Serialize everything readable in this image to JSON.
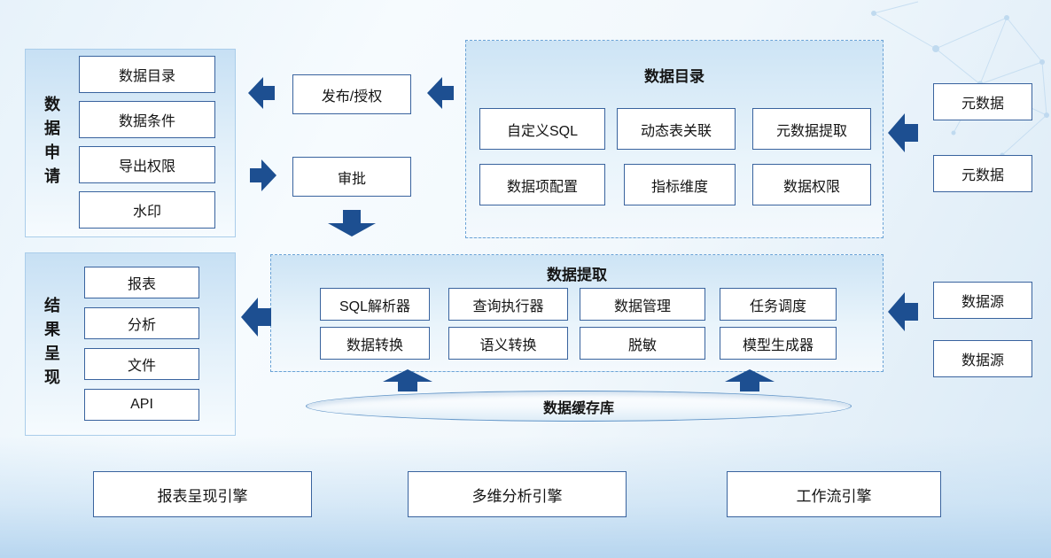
{
  "colors": {
    "arrow": "#1d4f91",
    "box_border": "#39639e",
    "panel_border_dashed": "#6ba3d6",
    "panel_fill_top": "#c7e0f4",
    "background": "#e7f2fa"
  },
  "panels": {
    "data_application": {
      "title": "数据申请",
      "items": [
        "数据目录",
        "数据条件",
        "导出权限",
        "水印"
      ]
    },
    "data_catalog": {
      "title": "数据目录",
      "row1": [
        "自定义SQL",
        "动态表关联",
        "元数据提取"
      ],
      "row2": [
        "数据项配置",
        "指标维度",
        "数据权限"
      ]
    },
    "data_extraction": {
      "title": "数据提取",
      "row1": [
        "SQL解析器",
        "查询执行器",
        "数据管理",
        "任务调度"
      ],
      "row2": [
        "数据转换",
        "语义转换",
        "脱敏",
        "模型生成器"
      ]
    },
    "result_presentation": {
      "title": "结果呈现",
      "items": [
        "报表",
        "分析",
        "文件",
        "API"
      ]
    }
  },
  "flow_boxes": {
    "publish": "发布/授权",
    "approve": "审批"
  },
  "right_column": {
    "metadata": [
      "元数据",
      "元数据"
    ],
    "datasources": [
      "数据源",
      "数据源"
    ]
  },
  "cache": {
    "label": "数据缓存库"
  },
  "engines": [
    "报表呈现引擎",
    "多维分析引擎",
    "工作流引擎"
  ]
}
